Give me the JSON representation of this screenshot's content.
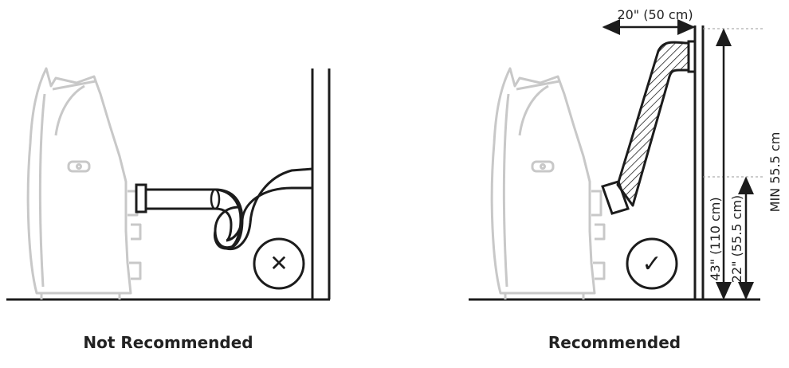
{
  "captions": {
    "left": "Not Recommended",
    "right": "Recommended"
  },
  "marks": {
    "left_symbol": "✕",
    "right_symbol": "✓"
  },
  "dimensions": {
    "horizontal": "20\" (50 cm)",
    "min_height": "MIN 55.5 cm",
    "height_43": "43\" (110 cm)",
    "height_22": "22\" (55.5 cm)"
  },
  "colors": {
    "line": "#1c1c1c",
    "unit_outline": "#c8c8c8",
    "guide": "#9a9a9a"
  },
  "icons": [
    "portable-ac-unit",
    "exhaust-hose",
    "wall",
    "x-mark-icon",
    "check-mark-icon"
  ]
}
